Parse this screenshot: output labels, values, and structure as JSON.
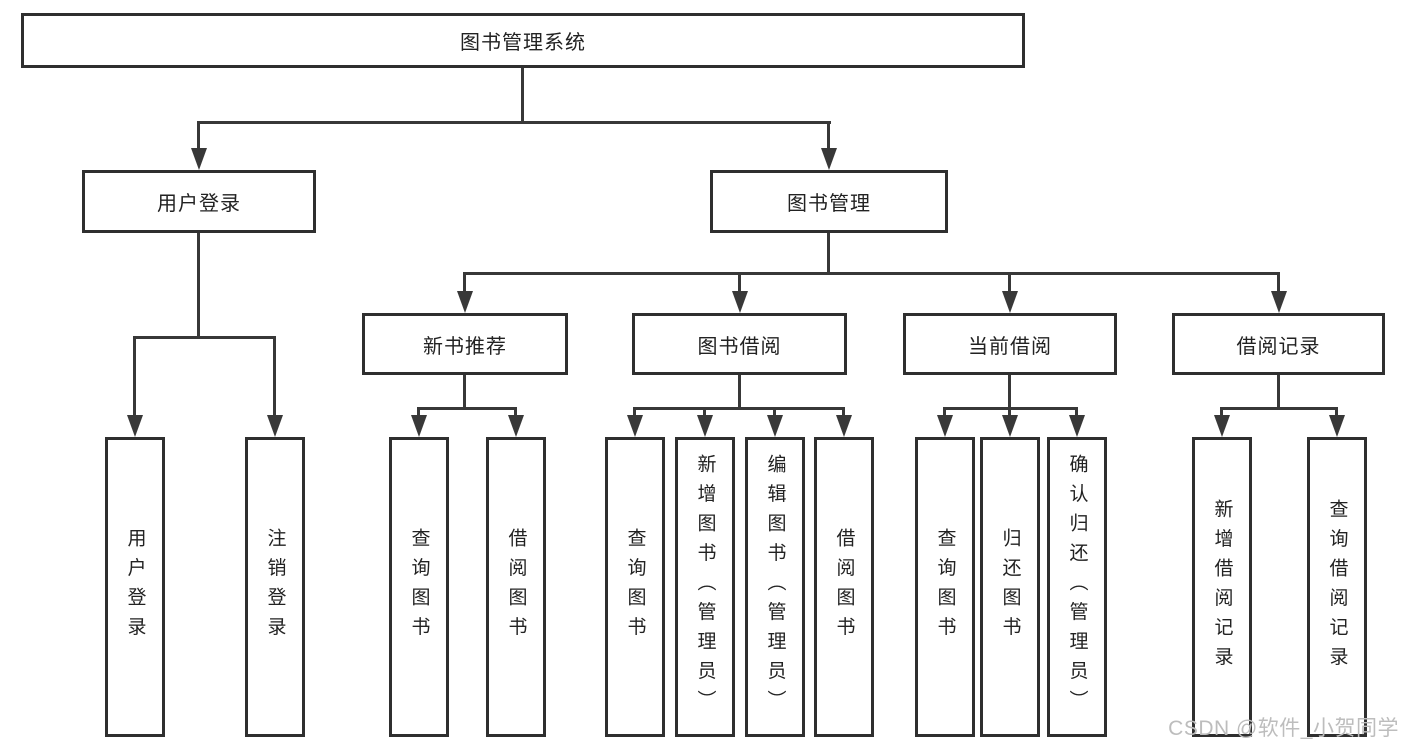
{
  "tree": {
    "root": {
      "label": "图书管理系统"
    },
    "branches": [
      {
        "label": "用户登录",
        "children": [
          {
            "label": "用户登录"
          },
          {
            "label": "注销登录"
          }
        ]
      },
      {
        "label": "图书管理",
        "children": [
          {
            "label": "新书推荐",
            "children": [
              {
                "label": "查询图书"
              },
              {
                "label": "借阅图书"
              }
            ]
          },
          {
            "label": "图书借阅",
            "children": [
              {
                "label": "查询图书"
              },
              {
                "label": "新增图书（管理员）"
              },
              {
                "label": "编辑图书（管理员）"
              },
              {
                "label": "借阅图书"
              }
            ]
          },
          {
            "label": "当前借阅",
            "children": [
              {
                "label": "查询图书"
              },
              {
                "label": "归还图书"
              },
              {
                "label": "确认归还（管理员）"
              }
            ]
          },
          {
            "label": "借阅记录",
            "children": [
              {
                "label": "新增借阅记录"
              },
              {
                "label": "查询借阅记录"
              }
            ]
          }
        ]
      }
    ]
  },
  "watermark": "CSDN @软件_小贺同学",
  "colors": {
    "line": "#383838",
    "border": "#2f2f2f",
    "text": "#222222",
    "watermark": "#bdbdbd"
  }
}
